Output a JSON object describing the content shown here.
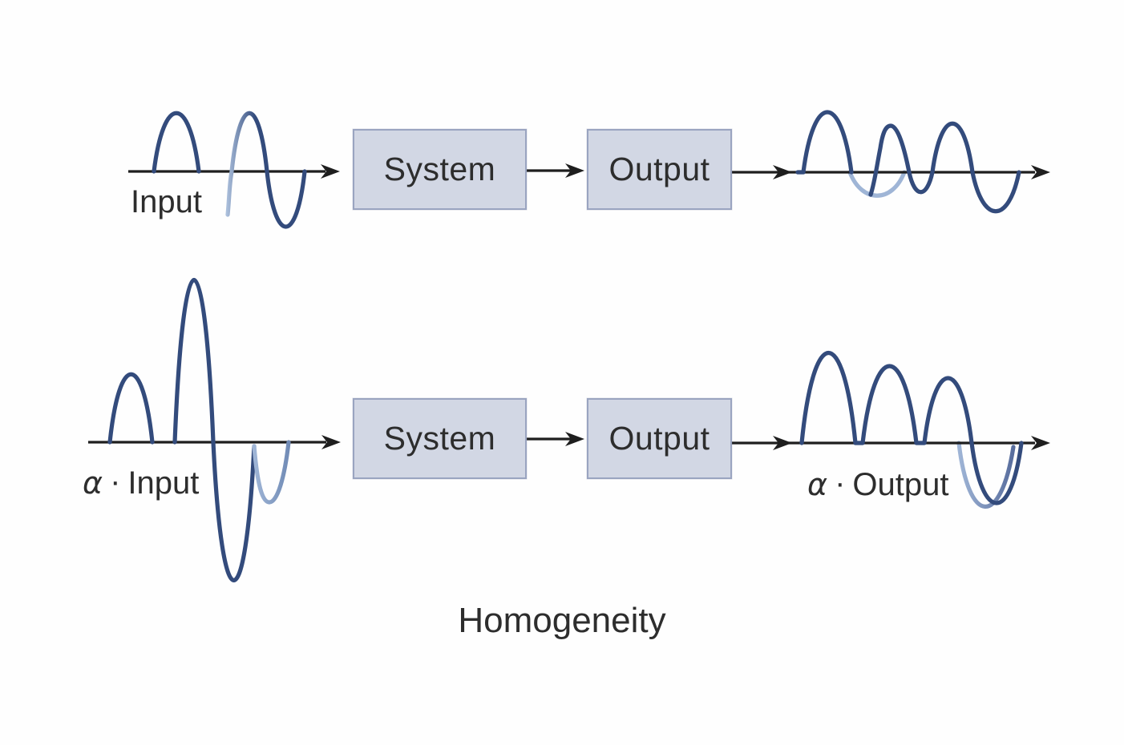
{
  "title": "Homogeneity",
  "rows": [
    {
      "name": "unit-signal-row",
      "input_caption": "Input",
      "system_box": "System",
      "output_box": "Output"
    },
    {
      "name": "scaled-signal-row",
      "input_caption_alpha": "α",
      "input_caption_dot": "·",
      "input_caption": "Input",
      "system_box": "System",
      "output_box": "Output",
      "output_caption_alpha": "α",
      "output_caption_dot": "·",
      "output_caption": "Output"
    }
  ],
  "colors": {
    "wave_dark": "#334B7C",
    "wave_light": "#9FB5D6",
    "axis": "#1E1E1E",
    "box_fill": "#D2D7E4",
    "box_border": "#9AA4C0",
    "text": "#2D2D2D",
    "bg": "#FEFEFE"
  }
}
